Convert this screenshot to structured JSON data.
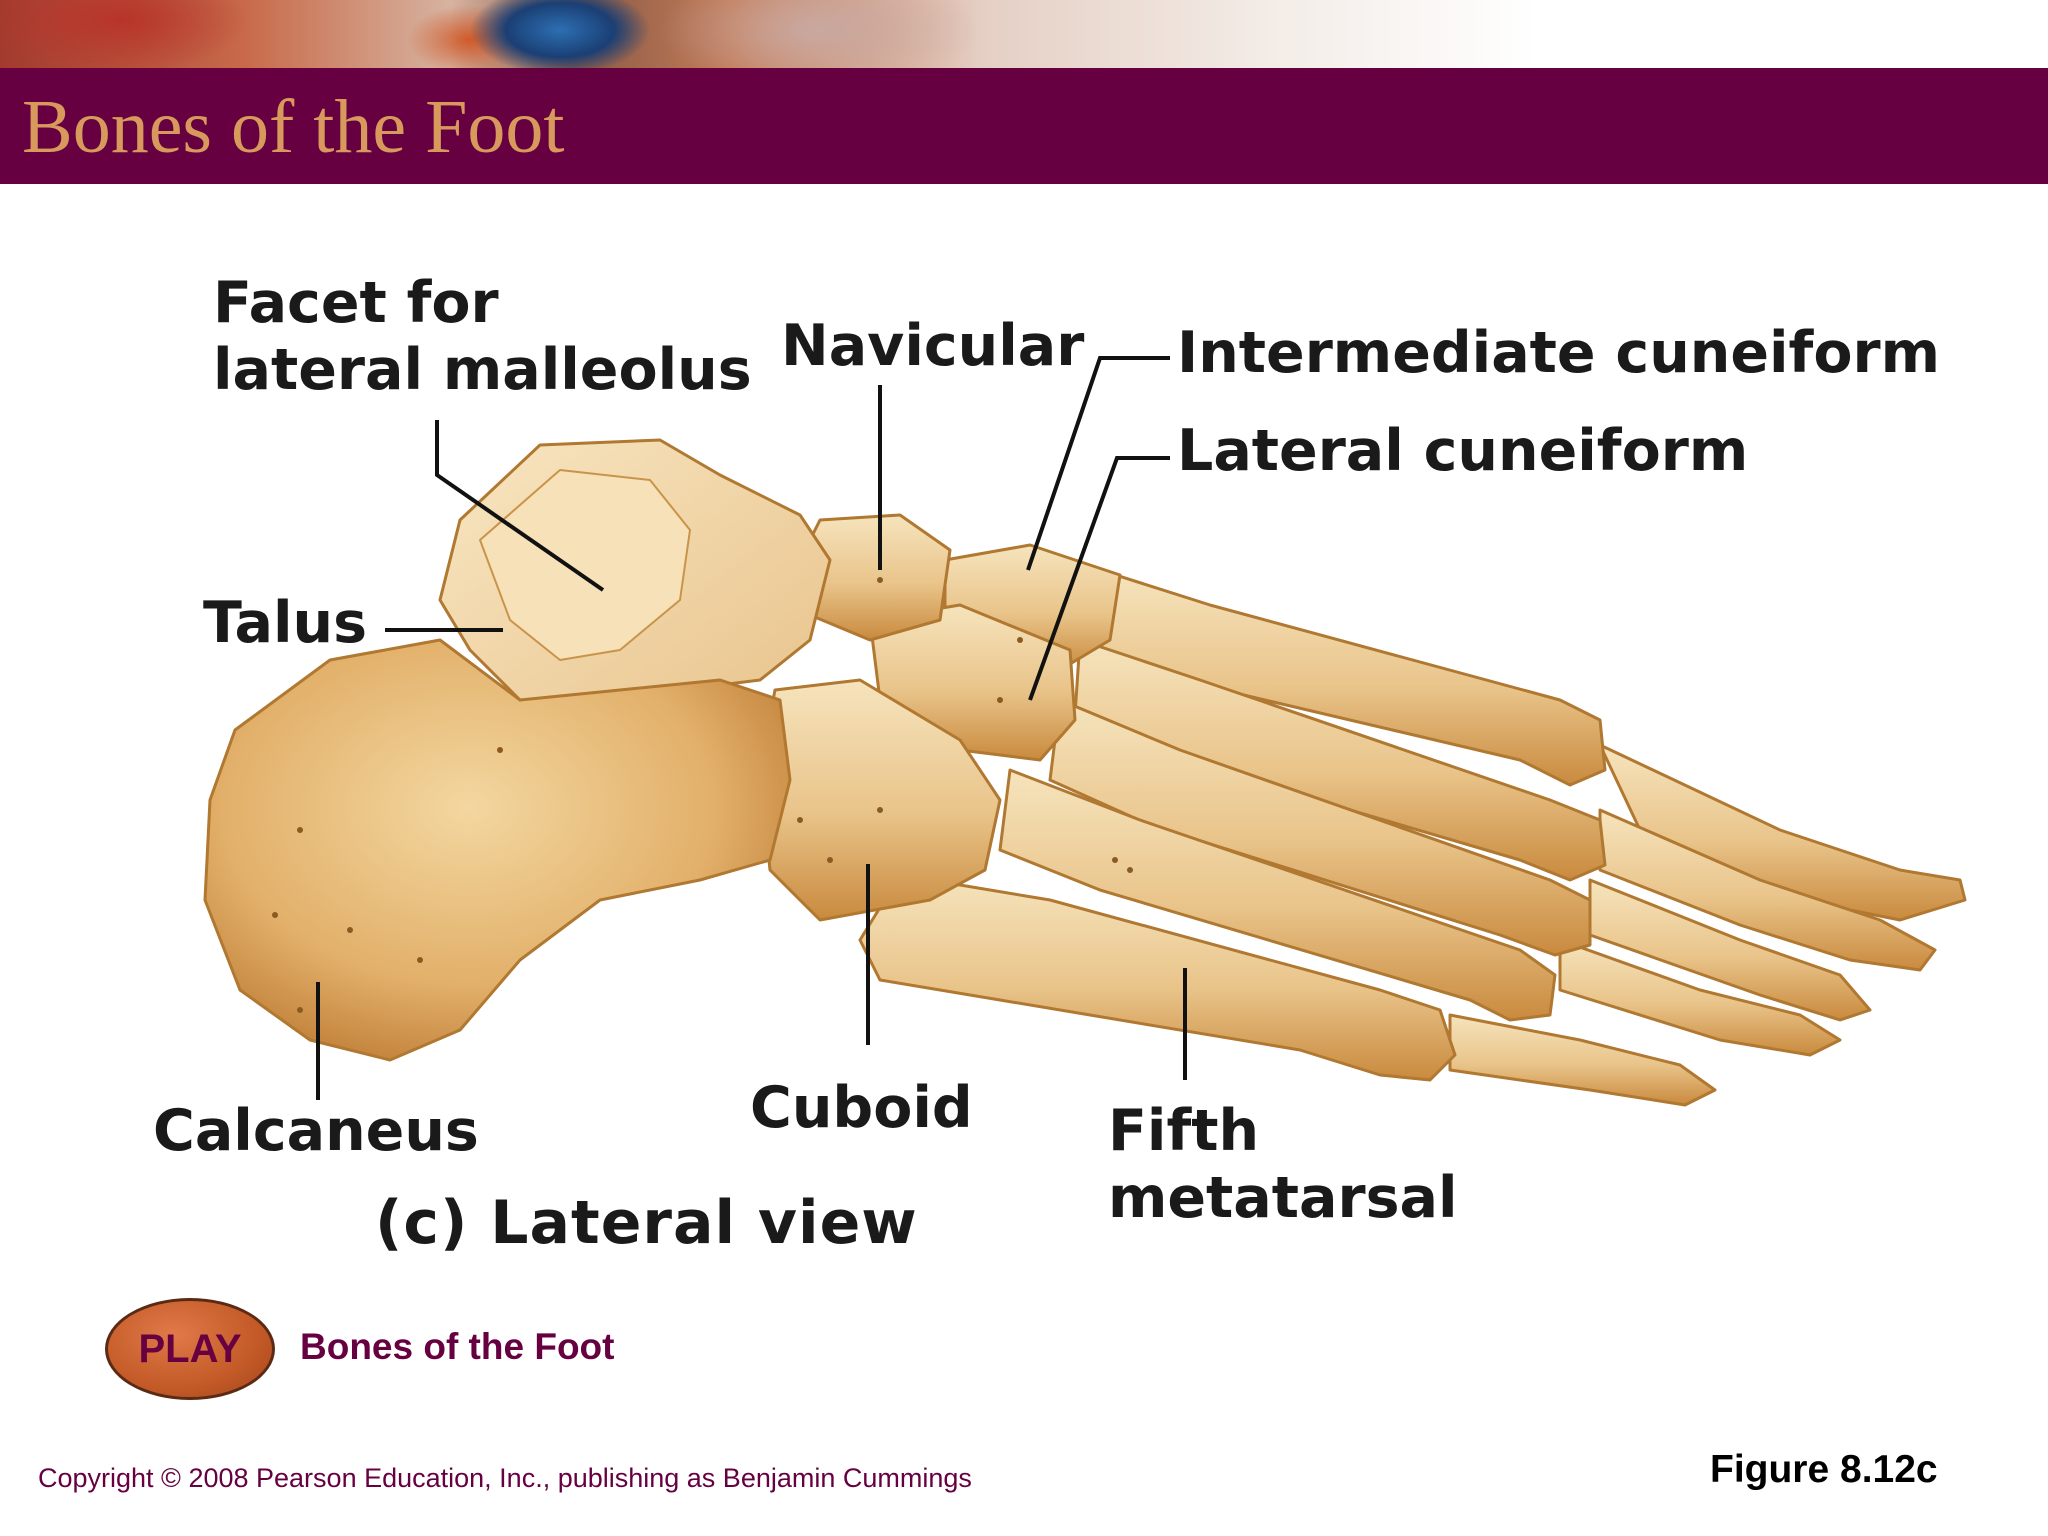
{
  "slide": {
    "title": "Bones of the Foot"
  },
  "labels": {
    "facet_line1": "Facet for",
    "facet_line2": "lateral malleolus",
    "navicular": "Navicular",
    "intermediate_cuneiform": "Intermediate cuneiform",
    "lateral_cuneiform": "Lateral cuneiform",
    "talus": "Talus",
    "calcaneus": "Calcaneus",
    "cuboid": "Cuboid",
    "fifth_line1": "Fifth",
    "fifth_line2": "metatarsal",
    "view_caption": "(c) Lateral view"
  },
  "media": {
    "play_label": "PLAY",
    "play_caption": "Bones of the Foot"
  },
  "footer": {
    "copyright": "Copyright © 2008 Pearson Education, Inc., publishing as Benjamin Cummings",
    "figure_number": "Figure 8.12c"
  },
  "colors": {
    "title_bar": "#670041",
    "title_text": "#d79a5c",
    "bone_light": "#f3dcae",
    "bone_shadow": "#c98a3e",
    "play_button": "#c35a28"
  }
}
